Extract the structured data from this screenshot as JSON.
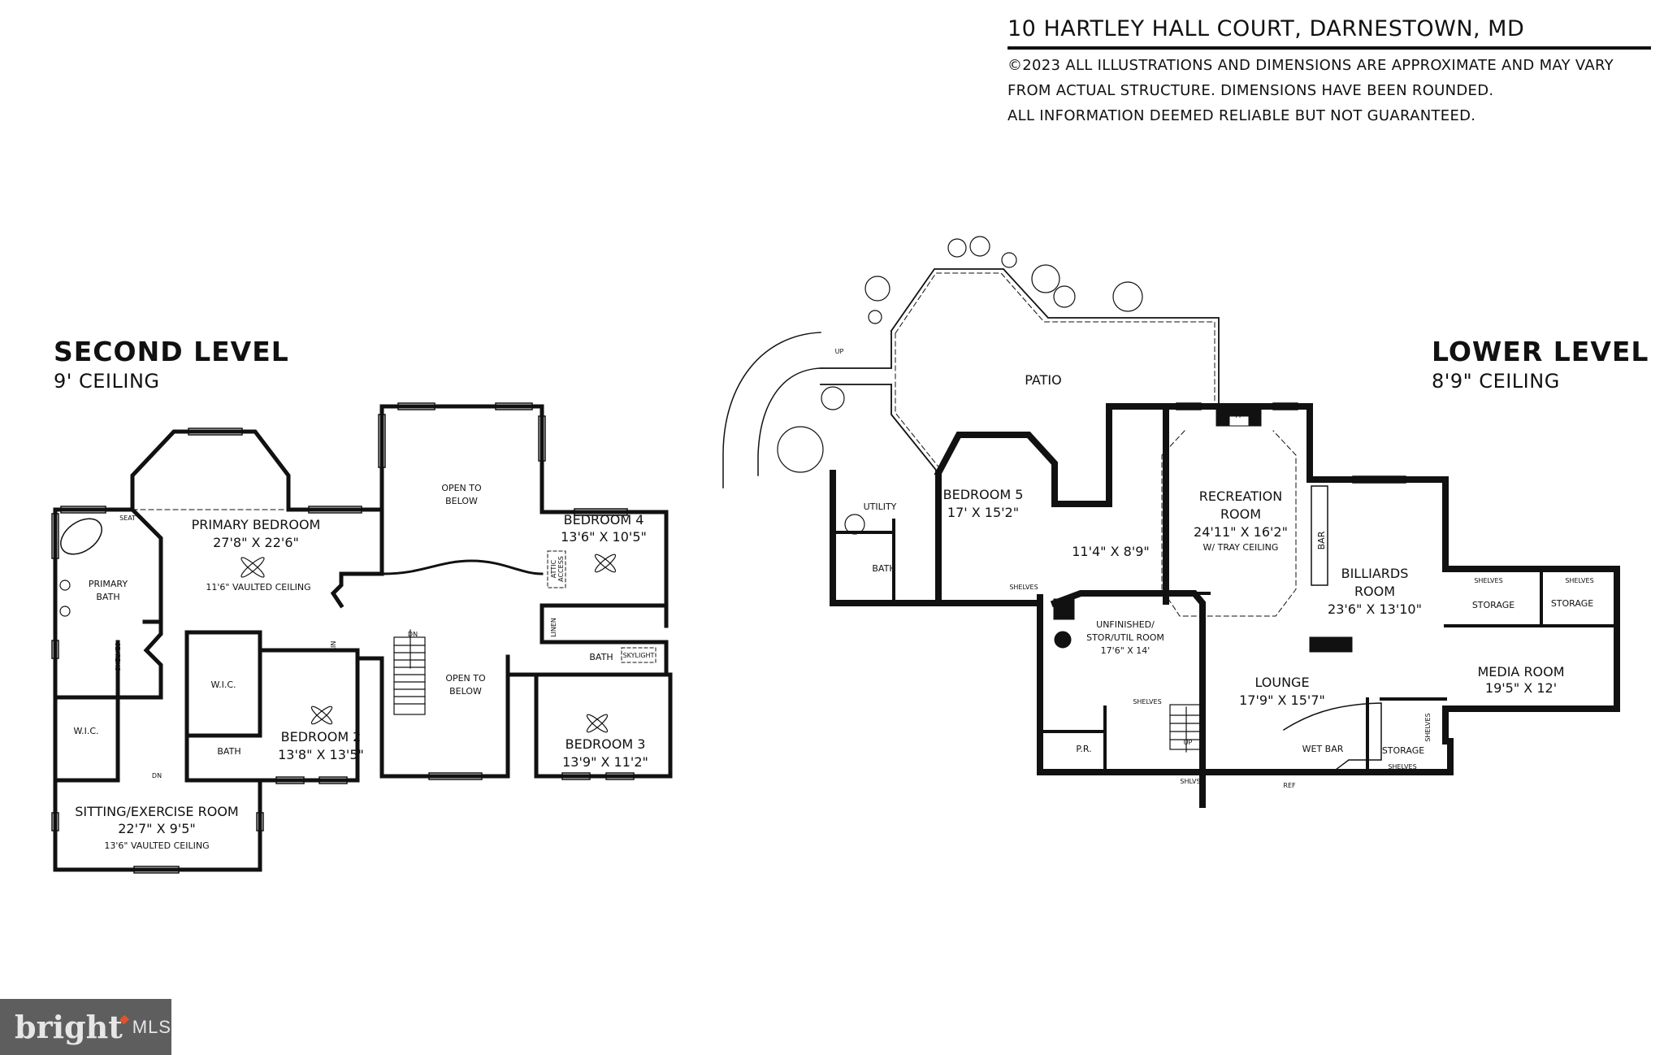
{
  "header": {
    "address": "10 HARTLEY HALL COURT, DARNESTOWN, MD",
    "disclaimer": [
      "©2023 ALL ILLUSTRATIONS AND DIMENSIONS ARE APPROXIMATE AND MAY VARY",
      "FROM ACTUAL STRUCTURE. DIMENSIONS HAVE BEEN ROUNDED.",
      "ALL INFORMATION DEEMED RELIABLE BUT NOT GUARANTEED."
    ]
  },
  "second_level": {
    "title": "SECOND LEVEL",
    "ceiling": "9' CEILING",
    "rooms": {
      "primary_bedroom": {
        "name": "PRIMARY BEDROOM",
        "dims": "27'8\" X 22'6\"",
        "note": "11'6\" VAULTED CEILING"
      },
      "primary_bath": {
        "name1": "PRIMARY",
        "name2": "BATH"
      },
      "seat": "SEAT",
      "shelves": "SHELVES",
      "wic_left": "W.I.C.",
      "wic_center": "W.I.C.",
      "bath_center": "BATH",
      "lin": "LIN",
      "open_to_below_top": {
        "l1": "OPEN TO",
        "l2": "BELOW"
      },
      "open_to_below_stair": {
        "l1": "OPEN TO",
        "l2": "BELOW"
      },
      "stair_dn": "DN",
      "sitting_dn": "DN",
      "bedroom2": {
        "name": "BEDROOM 2",
        "dims": "13'8\" X 13'5\""
      },
      "bedroom3": {
        "name": "BEDROOM 3",
        "dims": "13'9\" X 11'2\""
      },
      "bedroom4": {
        "name": "BEDROOM 4",
        "dims": "13'6\" X 10'5\""
      },
      "attic": {
        "l1": "ATTIC",
        "l2": "ACCESS"
      },
      "linen": "LINEN",
      "bath_right": "BATH",
      "skylight": "SKYLIGHT",
      "sitting": {
        "name": "SITTING/EXERCISE ROOM",
        "dims": "22'7\" X 9'5\"",
        "note": "13'6\" VAULTED CEILING"
      }
    }
  },
  "lower_level": {
    "title": "LOWER LEVEL",
    "ceiling": "8'9\" CEILING",
    "rooms": {
      "patio": "PATIO",
      "patio_up": "UP",
      "utility": "UTILITY",
      "bath": "BATH",
      "bedroom5": {
        "name": "BEDROOM 5",
        "dims": "17' X 15'2\""
      },
      "shelves_b5": "SHELVES",
      "hall": {
        "dims": "11'4\" X 8'9\""
      },
      "recreation": {
        "name1": "RECREATION",
        "name2": "ROOM",
        "dims": "24'11\" X 16'2\"",
        "note": "W/ TRAY CEILING"
      },
      "fp": "FP",
      "bar": "BAR",
      "billiards": {
        "name1": "BILLIARDS",
        "name2": "ROOM",
        "dims": "23'6\" X 13'10\""
      },
      "storage1": "STORAGE",
      "storage2": "STORAGE",
      "shelves_s1": "SHELVES",
      "shelves_s2": "SHELVES",
      "media": {
        "name": "MEDIA ROOM",
        "dims": "19'5\" X 12'"
      },
      "unfinished": {
        "l1": "UNFINISHED/",
        "l2": "STOR/UTIL ROOM",
        "dims": "17'6\" X 14'"
      },
      "shelves_unf": "SHELVES",
      "lounge": {
        "name": "LOUNGE",
        "dims": "17'9\" X 15'7\""
      },
      "stair_up": "UP",
      "pr": "P.R.",
      "wet_bar": "WET BAR",
      "storage3": "STORAGE",
      "shelves_s3": "SHELVES",
      "shelves_s3v": "SHELVES",
      "shlvs": "SHLVS",
      "ref": "REF"
    }
  },
  "logo": {
    "brand": "bright",
    "suffix": "MLS",
    "tm": "TM",
    "accent": "#e0532b",
    "bg": "#5e5e5e"
  }
}
